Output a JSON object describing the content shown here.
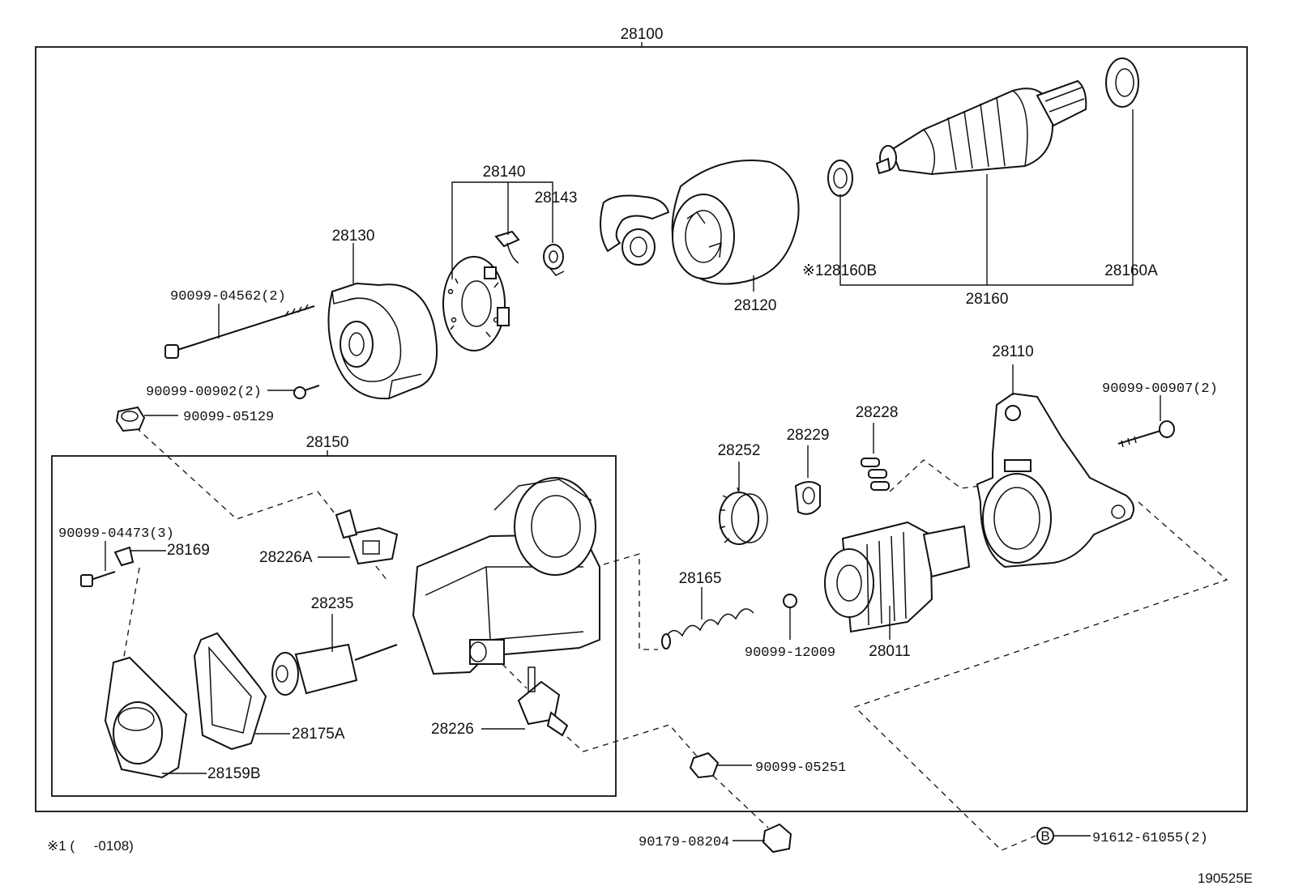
{
  "assembly": {
    "main_number": "28100",
    "sub_number": "28150"
  },
  "parts": {
    "p28130": "28130",
    "p28140": "28140",
    "p28143": "28143",
    "p28120": "28120",
    "p28160B": "※128160B",
    "p28160": "28160",
    "p28160A": "28160A",
    "p28110": "28110",
    "b9009904562": "90099-04562(2)",
    "b9009900902": "90099-00902(2)",
    "n9009905129": "90099-05129",
    "b9009900907": "90099-00907(2)",
    "p28228": "28228",
    "p28229": "28229",
    "p28252": "28252",
    "p28165": "28165",
    "b9009912009": "90099-12009",
    "p28011": "28011",
    "b9009904473": "90099-04473(3)",
    "p28169": "28169",
    "p28226A": "28226A",
    "p28235": "28235",
    "p28175A": "28175A",
    "p28159B": "28159B",
    "p28226": "28226",
    "n9009905251": "90099-05251",
    "n9017908204": "90179-08204",
    "b9161261055": "91612-61055(2)"
  },
  "footnote": "※1 (     -0108)",
  "circle_mark": "B",
  "figure_code": "190525E"
}
